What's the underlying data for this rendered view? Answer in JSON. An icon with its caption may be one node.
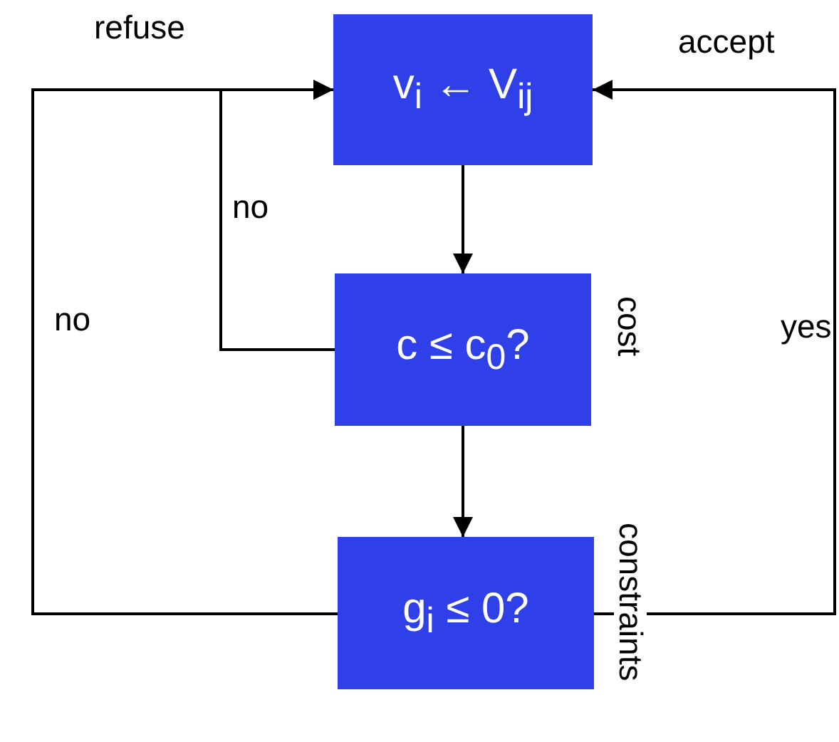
{
  "diagram": {
    "nodes": [
      {
        "text": [
          "v$_{i}$ ← V$_{ij}$"
        ]
      },
      {
        "text": [
          "c ≤ c$_{0}$?"
        ],
        "beside": [
          "cost"
        ]
      },
      {
        "text": [
          "g$_{i}$ ≤ 0?"
        ],
        "beside": [
          "constraints"
        ]
      }
    ],
    "edges": [
      {
        "from": 0,
        "to": 1,
        "arrow": "to"
      },
      {
        "from": 1,
        "to": 2,
        "arrow": "to"
      },
      {
        "from": 1,
        "to": 0,
        "arrow": "to",
        "label": "no"
      },
      {
        "from": 2,
        "to": 0,
        "arrow": "to",
        "label": "no"
      },
      {
        "from": 2,
        "to": 0,
        "arrow": "to",
        "label": "yes"
      }
    ],
    "labels": [
      "refuse",
      "accept"
    ]
  }
}
